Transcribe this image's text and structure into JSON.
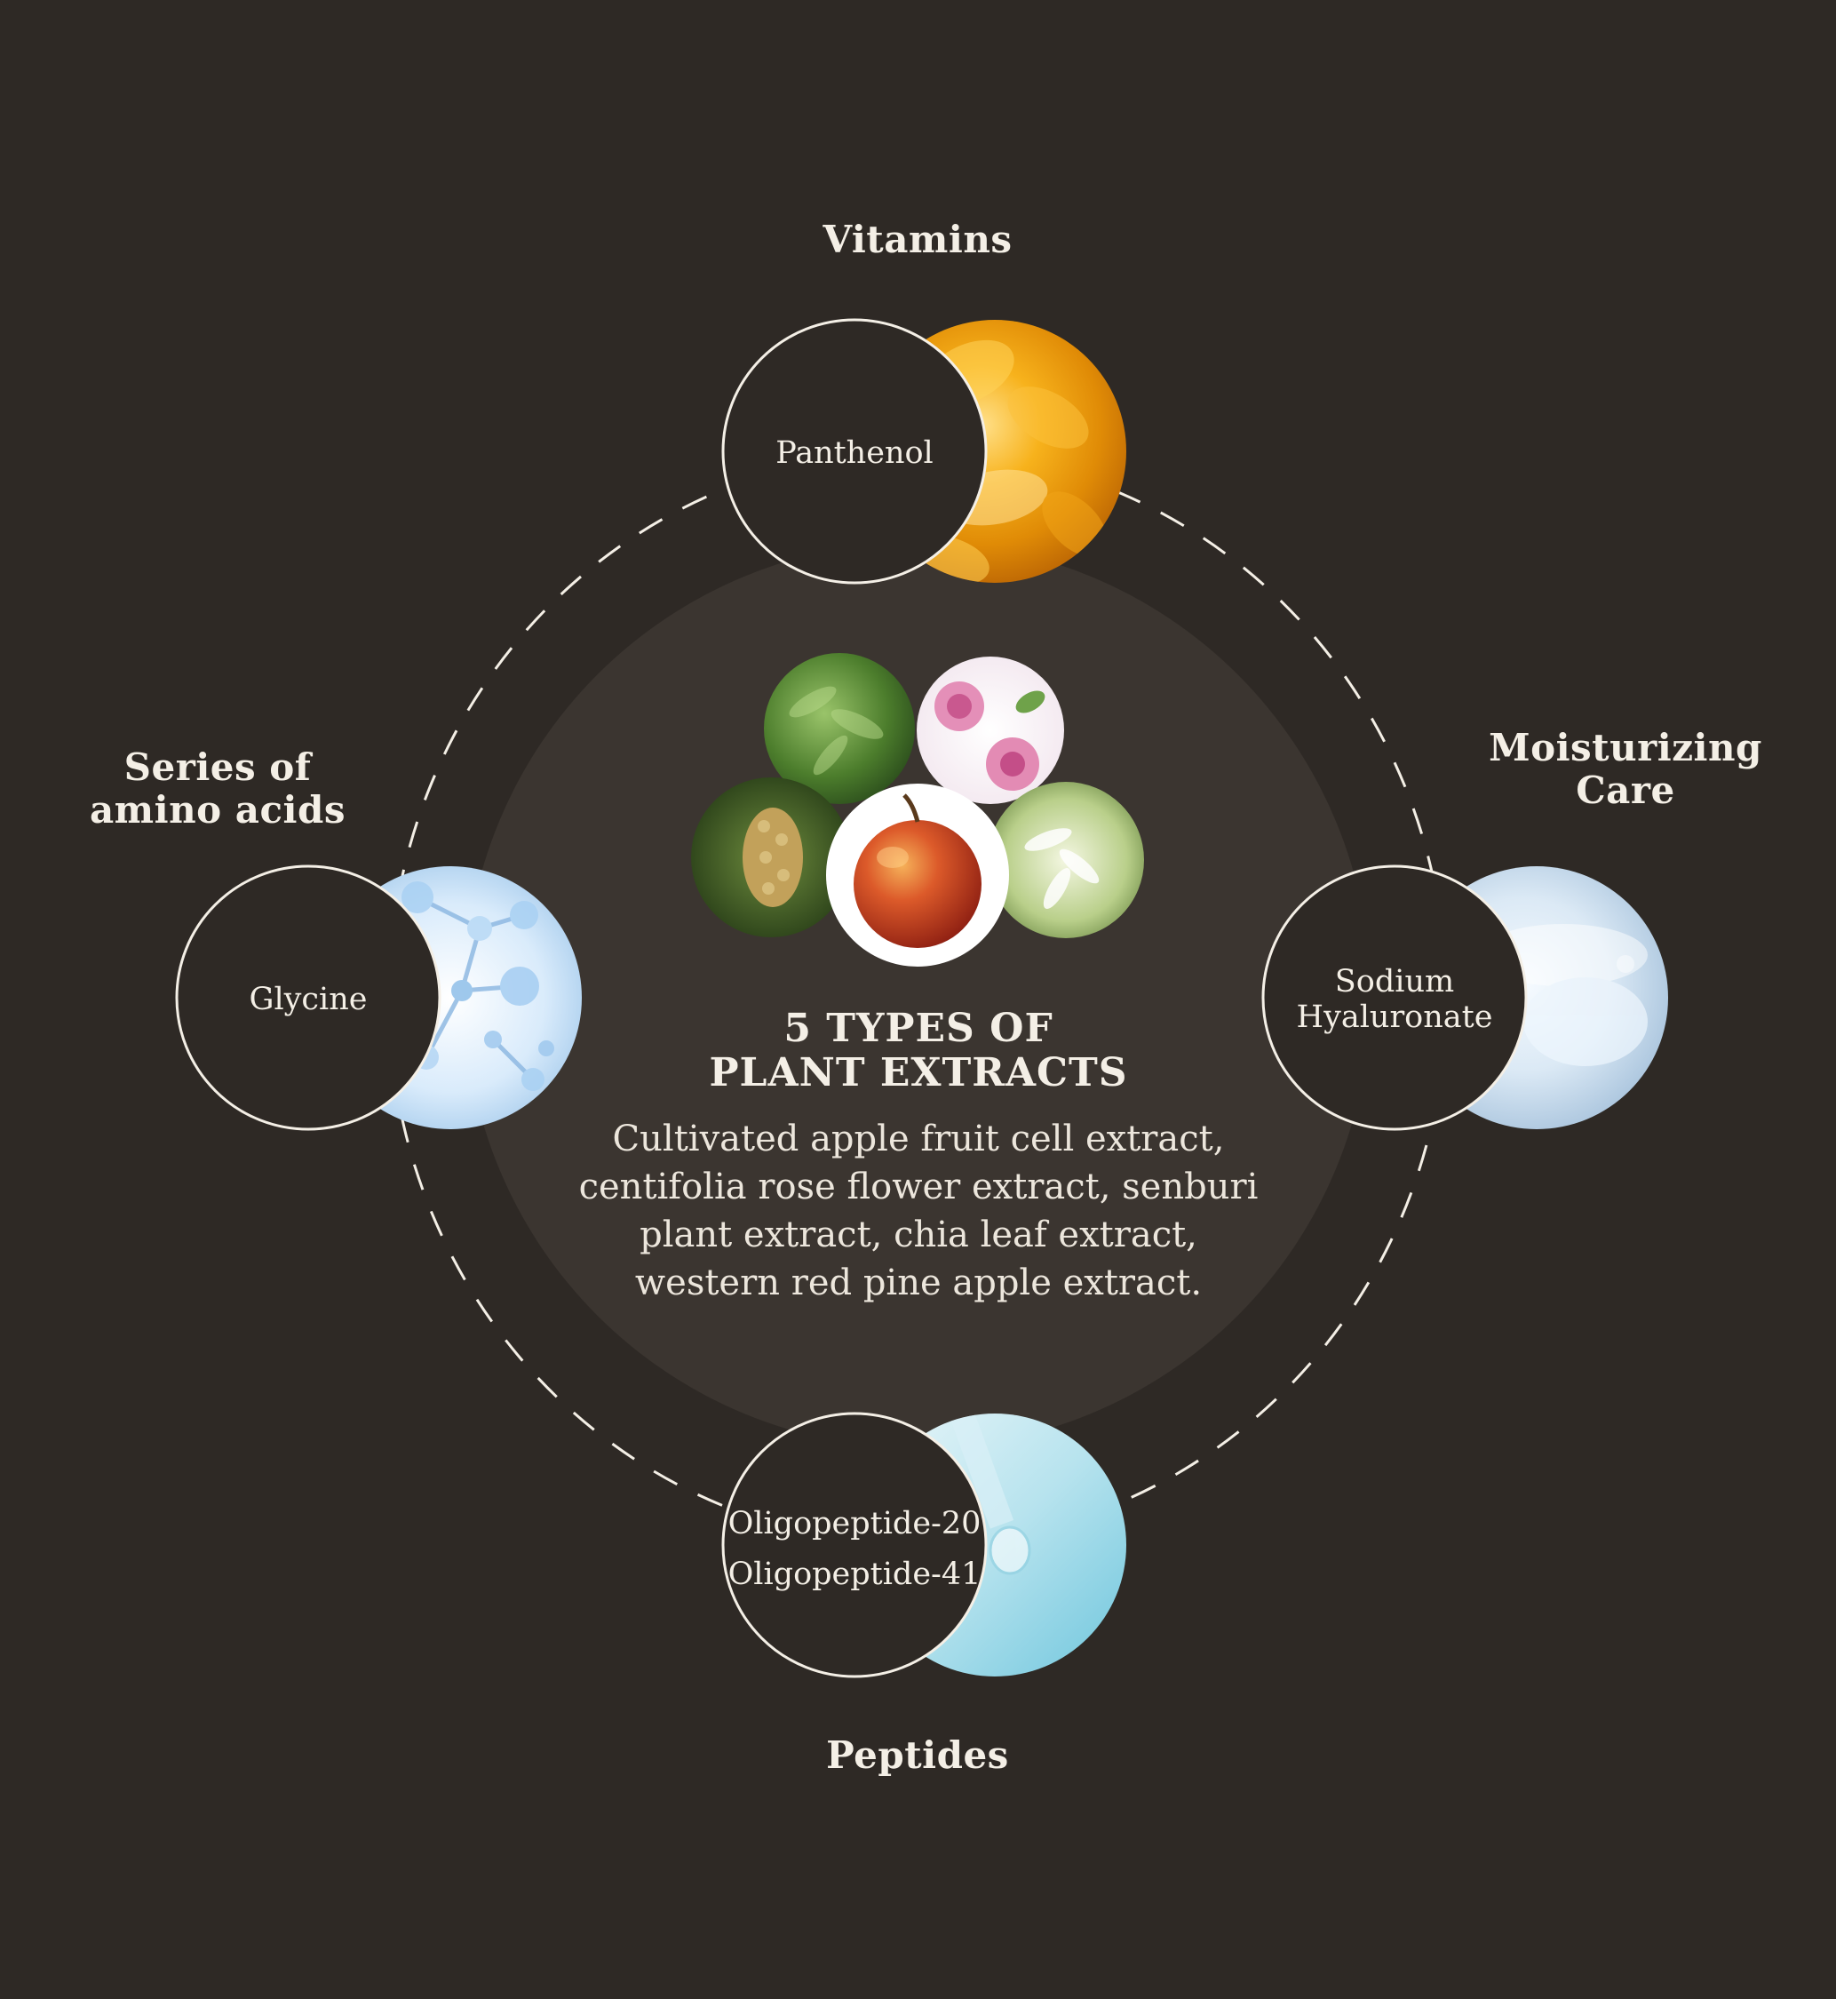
{
  "categories": {
    "vitamins": "Vitamins",
    "moisturizing": "Moisturizing\nCare",
    "amino": "Series of\namino acids",
    "peptides": "Peptides"
  },
  "nodes": {
    "vitamins": "Panthenol",
    "moisturizing": "Sodium\nHyaluronate",
    "amino": "Glycine",
    "peptides_1": "Oligopeptide-20",
    "peptides_2": "Oligopeptide-41"
  },
  "center": {
    "title": "5 TYPES OF\nPLANT EXTRACTS",
    "description": "Cultivated apple fruit cell extract, centifolia rose flower extract, senburi plant extract, chia leaf extract, western red pine apple extract."
  },
  "colors": {
    "background": "#2e2925",
    "center_disc": "#3b3530",
    "line": "#f4efe6"
  }
}
